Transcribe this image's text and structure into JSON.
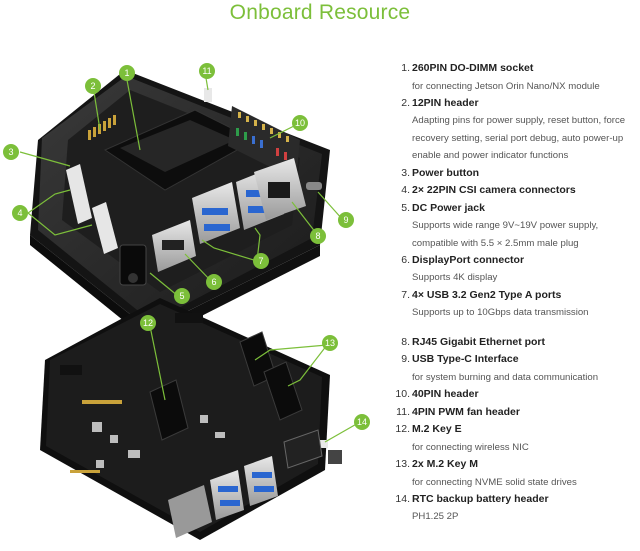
{
  "title": "Onboard Resource",
  "colors": {
    "accent": "#7cbf3a",
    "board": "#1b1b1b",
    "case": "#2a2a2a"
  },
  "callouts": [
    "1",
    "2",
    "3",
    "4",
    "5",
    "6",
    "7",
    "8",
    "9",
    "10",
    "11",
    "12",
    "13",
    "14"
  ],
  "resources": [
    {
      "num": "1.",
      "name": "260PIN DO-DIMM socket",
      "desc": [
        "for connecting Jetson Orin Nano/NX module"
      ]
    },
    {
      "num": "2.",
      "name": "12PIN header",
      "desc": [
        "Adapting pins for power supply, reset button, force",
        "recovery setting, serial port debug, auto power-up",
        "enable and power indicator functions"
      ]
    },
    {
      "num": "3.",
      "name": "Power button",
      "desc": []
    },
    {
      "num": "4.",
      "name": "2× 22PIN CSI camera connectors",
      "desc": []
    },
    {
      "num": "5.",
      "name": "DC Power jack",
      "desc": [
        "Supports wide range 9V~19V power supply,",
        "compatible with 5.5 × 2.5mm male plug"
      ]
    },
    {
      "num": "6.",
      "name": "DisplayPort connector",
      "desc": [
        "Supports 4K display"
      ]
    },
    {
      "num": "7.",
      "name": "4× USB 3.2 Gen2 Type A ports",
      "desc": [
        "Supports up to 10Gbps data transmission"
      ]
    },
    {
      "num": "8.",
      "name": "RJ45 Gigabit Ethernet port",
      "desc": []
    },
    {
      "num": "9.",
      "name": "USB Type-C Interface",
      "desc": [
        "for system burning and data communication"
      ]
    },
    {
      "num": "10.",
      "name": "40PIN header",
      "desc": []
    },
    {
      "num": "11.",
      "name": "4PIN PWM fan header",
      "desc": []
    },
    {
      "num": "12.",
      "name": "M.2 Key E",
      "desc": [
        "for connecting wireless NIC"
      ]
    },
    {
      "num": "13.",
      "name": "2x M.2 Key M",
      "desc": [
        "for connecting NVME solid state drives"
      ]
    },
    {
      "num": "14.",
      "name": "RTC backup battery header",
      "desc": [
        "PH1.25 2P"
      ]
    }
  ]
}
